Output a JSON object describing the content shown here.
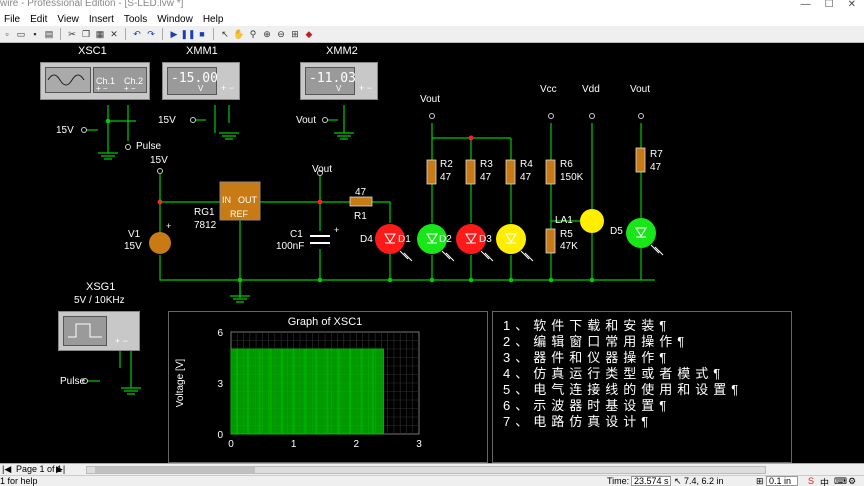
{
  "window": {
    "title": "wire - Professional Edition - [S-LED.lvw *]",
    "minimize": "—",
    "maximize": "☐",
    "close": "✕"
  },
  "menu": [
    "File",
    "Edit",
    "View",
    "Insert",
    "Tools",
    "Window",
    "Help"
  ],
  "schematic": {
    "xsc1": {
      "name": "XSC1",
      "ch1": "Ch.1",
      "ch2": "Ch.2",
      "ch1_terms": "+ −",
      "ch2_terms": "+ −",
      "input_label": "15V",
      "pulse_label": "Pulse"
    },
    "xmm1": {
      "name": "XMM1",
      "reading": "-15.00",
      "unit": "V",
      "input_label": "15V",
      "terms": "+ −"
    },
    "xmm2": {
      "name": "XMM2",
      "reading": "-11.03",
      "unit": "V",
      "input_label": "Vout",
      "terms": "+ −"
    },
    "v1": {
      "name": "V1",
      "value": "15V",
      "top_label": "15V",
      "plus": "+"
    },
    "rg1": {
      "name": "RG1",
      "value": "7812",
      "in": "IN",
      "out": "OUT",
      "ref": "REF"
    },
    "r1": {
      "name": "R1",
      "value": "47"
    },
    "c1": {
      "name": "C1",
      "value": "100nF",
      "plus": "+"
    },
    "vout_c1": "Vout",
    "vout_led": "Vout",
    "vcc": "Vcc",
    "vdd": "Vdd",
    "vout_r7": "Vout",
    "r2": {
      "name": "R2",
      "value": "47"
    },
    "r3": {
      "name": "R3",
      "value": "47"
    },
    "r4": {
      "name": "R4",
      "value": "47"
    },
    "r6": {
      "name": "R6",
      "value": "150K"
    },
    "r5": {
      "name": "R5",
      "value": "47K"
    },
    "la1": {
      "name": "LA1"
    },
    "r7": {
      "name": "R7",
      "value": "47"
    },
    "d1": "D1",
    "d2": "D2",
    "d3": "D3",
    "d4": "D4",
    "d5": "D5",
    "xsg1": {
      "name": "XSG1",
      "value": "5V / 10KHz",
      "terms": "+ −",
      "output_label": "Pulse"
    }
  },
  "graph": {
    "title": "Graph of XSC1",
    "ylabel": "Voltage [V]",
    "yticks": [
      "6",
      "3",
      "0"
    ],
    "xticks": [
      "0",
      "1",
      "2",
      "3"
    ]
  },
  "chart_data": {
    "type": "line",
    "title": "Graph of XSC1",
    "xlabel": "",
    "ylabel": "Voltage [V]",
    "xlim": [
      0,
      3
    ],
    "ylim": [
      0,
      6
    ],
    "grid": true,
    "series": [
      {
        "color": "#00c000",
        "x_start": 0,
        "x_end": 2.45,
        "low": 0,
        "high": 5
      }
    ]
  },
  "notes": [
    "1、软件下载和安装¶",
    "2、编辑窗口常用操作¶",
    "3、器件和仪器操作¶",
    "4、仿真运行类型或者模式¶",
    "5、电气连接线的使用和设置¶",
    "6、示波器时基设置¶",
    "7、电路仿真设计¶"
  ],
  "status": {
    "page": "Page 1 of 1",
    "help": "1 for help",
    "time_label": "Time:",
    "time_value": "23.574 s",
    "coords": "7.4, 6.2 in",
    "grid": "0.1 in"
  },
  "colors": {
    "wire": "#00cc00",
    "node": "#ff2020",
    "led_red": "#ff1a1a",
    "led_green": "#19e619",
    "led_yellow": "#ffee00",
    "trace": "#00c000"
  }
}
